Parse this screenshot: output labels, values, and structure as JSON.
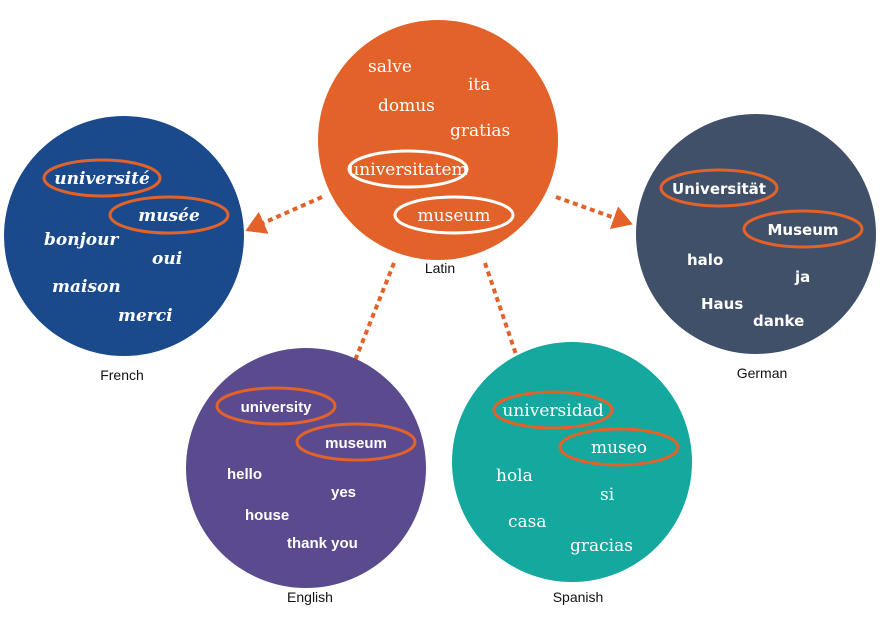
{
  "colors": {
    "latin": "#e2622a",
    "french": "#1a4a8c",
    "german": "#3f5068",
    "english": "#5b4b8e",
    "spanish": "#14a89e",
    "highlight": "#e2622a",
    "arrow": "#e2622a"
  },
  "circles": {
    "latin": {
      "label": "Latin",
      "words": [
        "salve",
        "ita",
        "domus",
        "gratias",
        "universitatem",
        "museum"
      ],
      "highlighted": [
        "universitatem",
        "museum"
      ]
    },
    "french": {
      "label": "French",
      "words": [
        "université",
        "musée",
        "bonjour",
        "oui",
        "maison",
        "merci"
      ],
      "highlighted": [
        "université",
        "musée"
      ]
    },
    "german": {
      "label": "German",
      "words": [
        "Universität",
        "Museum",
        "halo",
        "ja",
        "Haus",
        "danke"
      ],
      "highlighted": [
        "Universität",
        "Museum"
      ]
    },
    "english": {
      "label": "English",
      "words": [
        "university",
        "museum",
        "hello",
        "yes",
        "house",
        "thank you"
      ],
      "highlighted": [
        "university",
        "museum"
      ]
    },
    "spanish": {
      "label": "Spanish",
      "words": [
        "universidad",
        "museo",
        "hola",
        "si",
        "casa",
        "gracias"
      ],
      "highlighted": [
        "universidad",
        "museo"
      ]
    }
  },
  "arrows": [
    {
      "from": "latin",
      "to": "french"
    },
    {
      "from": "latin",
      "to": "german"
    },
    {
      "from": "latin",
      "to": "english"
    },
    {
      "from": "latin",
      "to": "spanish"
    }
  ]
}
